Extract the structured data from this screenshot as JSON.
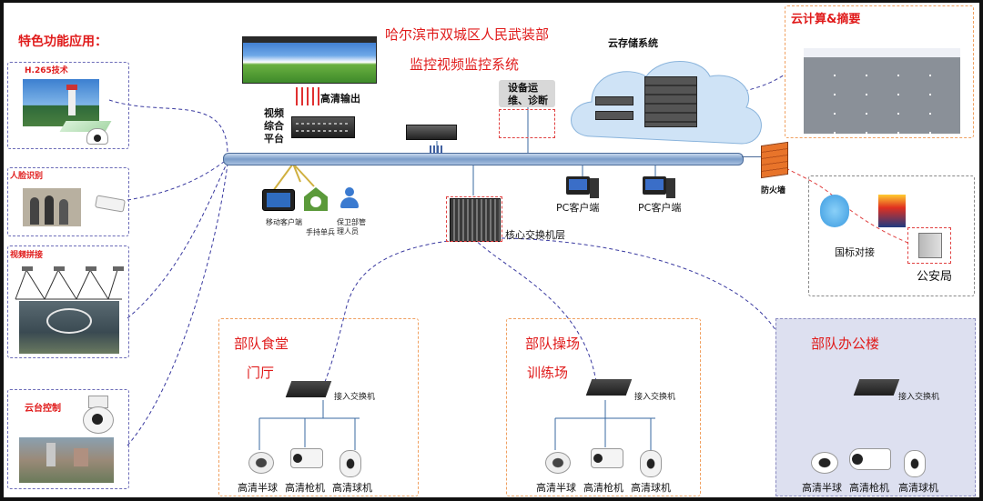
{
  "title": {
    "line1": "哈尔滨市双城区人民武装部",
    "line2": "监控视频监控系统"
  },
  "features": {
    "heading": "特色功能应用：",
    "items": [
      {
        "label": "H.265技术"
      },
      {
        "label": "人脸识别"
      },
      {
        "label": "视频拼接"
      },
      {
        "label": "云台控制"
      }
    ]
  },
  "center": {
    "video_platform": "视频\n综合\n平台",
    "hd_output": "高清输出",
    "maintenance": "设备运\n维、诊断",
    "cloud_storage": "云存储系统",
    "mobile_client": "移动客户端",
    "handheld": "手持单兵",
    "security_staff": "保卫部管\n理人员",
    "core_switch": "核心交换机层",
    "pc_client_1": "PC客户端",
    "pc_client_2": "PC客户端",
    "firewall": "防火墙"
  },
  "cloud_computing": {
    "title": "云计算&摘要"
  },
  "external": {
    "gb": "国标对接",
    "police": "公安局"
  },
  "sites": [
    {
      "title_line1": "部队食堂",
      "title_line2": "门厅",
      "switch": "接入交换机",
      "cams": [
        "高清半球",
        "高清枪机",
        "高清球机"
      ]
    },
    {
      "title_line1": "部队操场",
      "title_line2": "训练场",
      "switch": "接入交换机",
      "cams": [
        "高清半球",
        "高清枪机",
        "高清球机"
      ]
    },
    {
      "title_line1": "部队办公楼",
      "title_line2": "",
      "switch": "接入交换机",
      "cams": [
        "高清半球",
        "高清枪机",
        "高清球机"
      ]
    }
  ],
  "colors": {
    "accent_red": "#e01b1b",
    "dashed_line": "#3a3aa0",
    "site_border": "#f0a060",
    "office_bg": "#dde0f0"
  }
}
